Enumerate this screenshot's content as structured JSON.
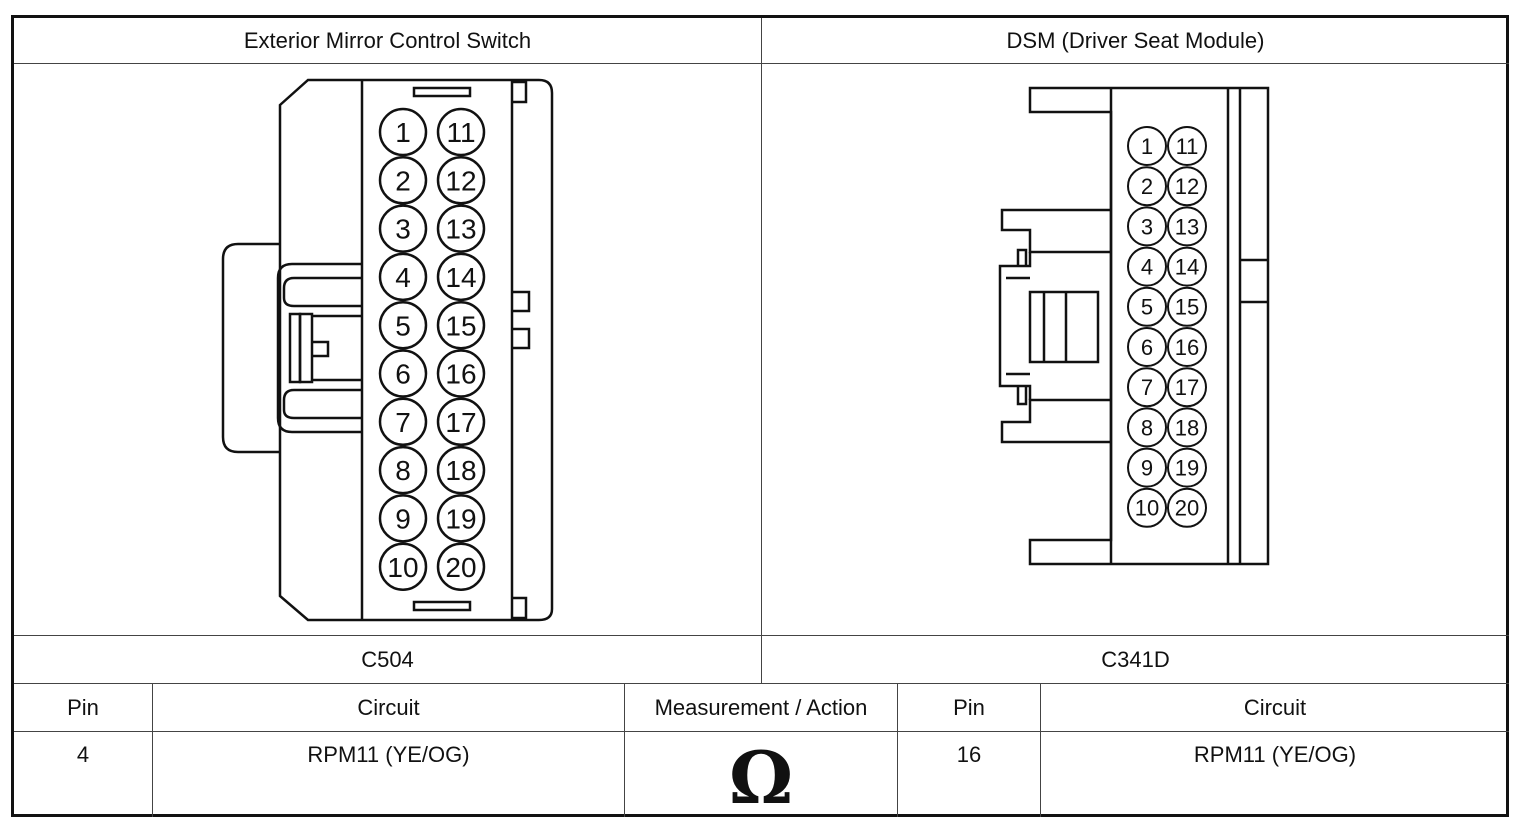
{
  "connectors": [
    {
      "title": "Exterior Mirror Control Switch",
      "id": "C504",
      "pins_left": [
        "1",
        "2",
        "3",
        "4",
        "5",
        "6",
        "7",
        "8",
        "9",
        "10"
      ],
      "pins_right": [
        "11",
        "12",
        "13",
        "14",
        "15",
        "16",
        "17",
        "18",
        "19",
        "20"
      ]
    },
    {
      "title": "DSM (Driver Seat Module)",
      "id": "C341D",
      "pins_left": [
        "1",
        "2",
        "3",
        "4",
        "5",
        "6",
        "7",
        "8",
        "9",
        "10"
      ],
      "pins_right": [
        "11",
        "12",
        "13",
        "14",
        "15",
        "16",
        "17",
        "18",
        "19",
        "20"
      ]
    }
  ],
  "table": {
    "headers": [
      "Pin",
      "Circuit",
      "Measurement / Action",
      "Pin",
      "Circuit"
    ],
    "row": {
      "pin_a": "4",
      "circuit_a": "RPM11 (YE/OG)",
      "action_symbol": "Ω",
      "pin_b": "16",
      "circuit_b": "RPM11 (YE/OG)"
    }
  }
}
